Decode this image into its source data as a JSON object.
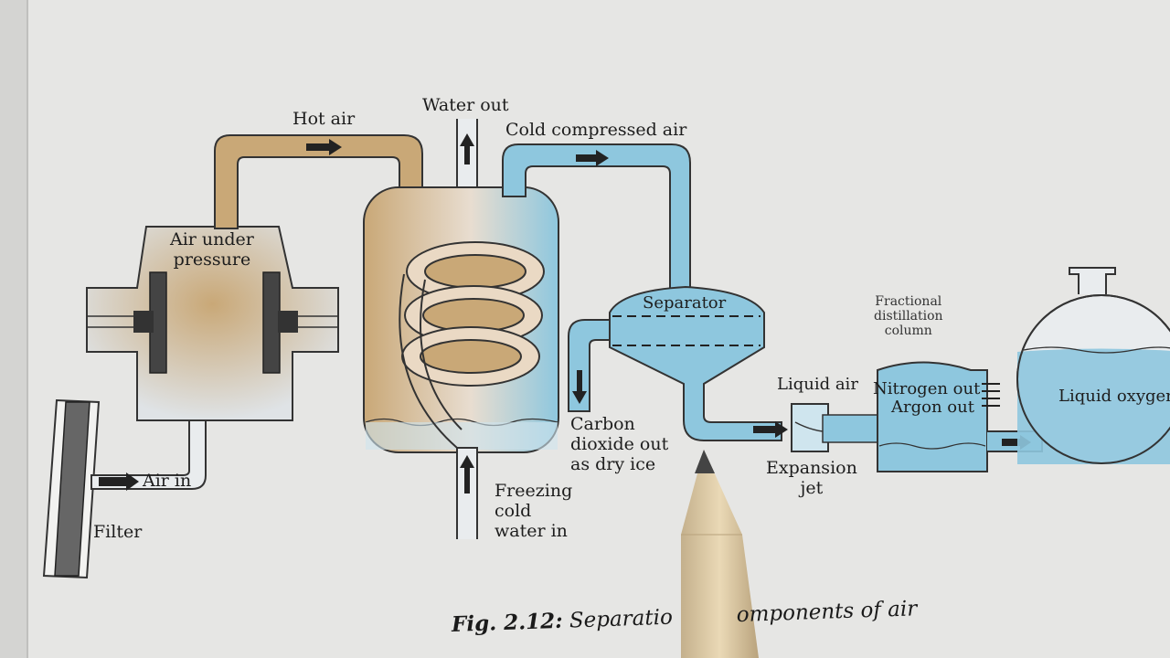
{
  "labels": {
    "hot_air": "Hot air",
    "water_out": "Water out",
    "cold_compressed_air": "Cold compressed air",
    "air_under_pressure": "Air under\npressure",
    "separator": "Separator",
    "fractional_distillation_column": "Fractional\ndistillation\ncolumn",
    "liquid_air": "Liquid air",
    "nitrogen_out": "Nitrogen out",
    "argon_out": "Argon out",
    "liquid_oxygen": "Liquid oxygen",
    "carbon_dioxide_out": "Carbon\ndioxide out\nas dry ice",
    "expansion_jet": "Expansion\njet",
    "freezing_cold_water_in": "Freezing\ncold\nwater in",
    "air_in": "Air in",
    "filter": "Filter"
  },
  "caption": {
    "number": "Fig. 2.12:",
    "text_left": "Separatio",
    "text_right": "omponents of air"
  },
  "colors": {
    "page": "#e6e6e4",
    "hot_pipe": "#c9a877",
    "cold_pipe": "#8ec7de",
    "outline": "#3a3a3a",
    "pencil_wood": "#d9c7a4"
  }
}
